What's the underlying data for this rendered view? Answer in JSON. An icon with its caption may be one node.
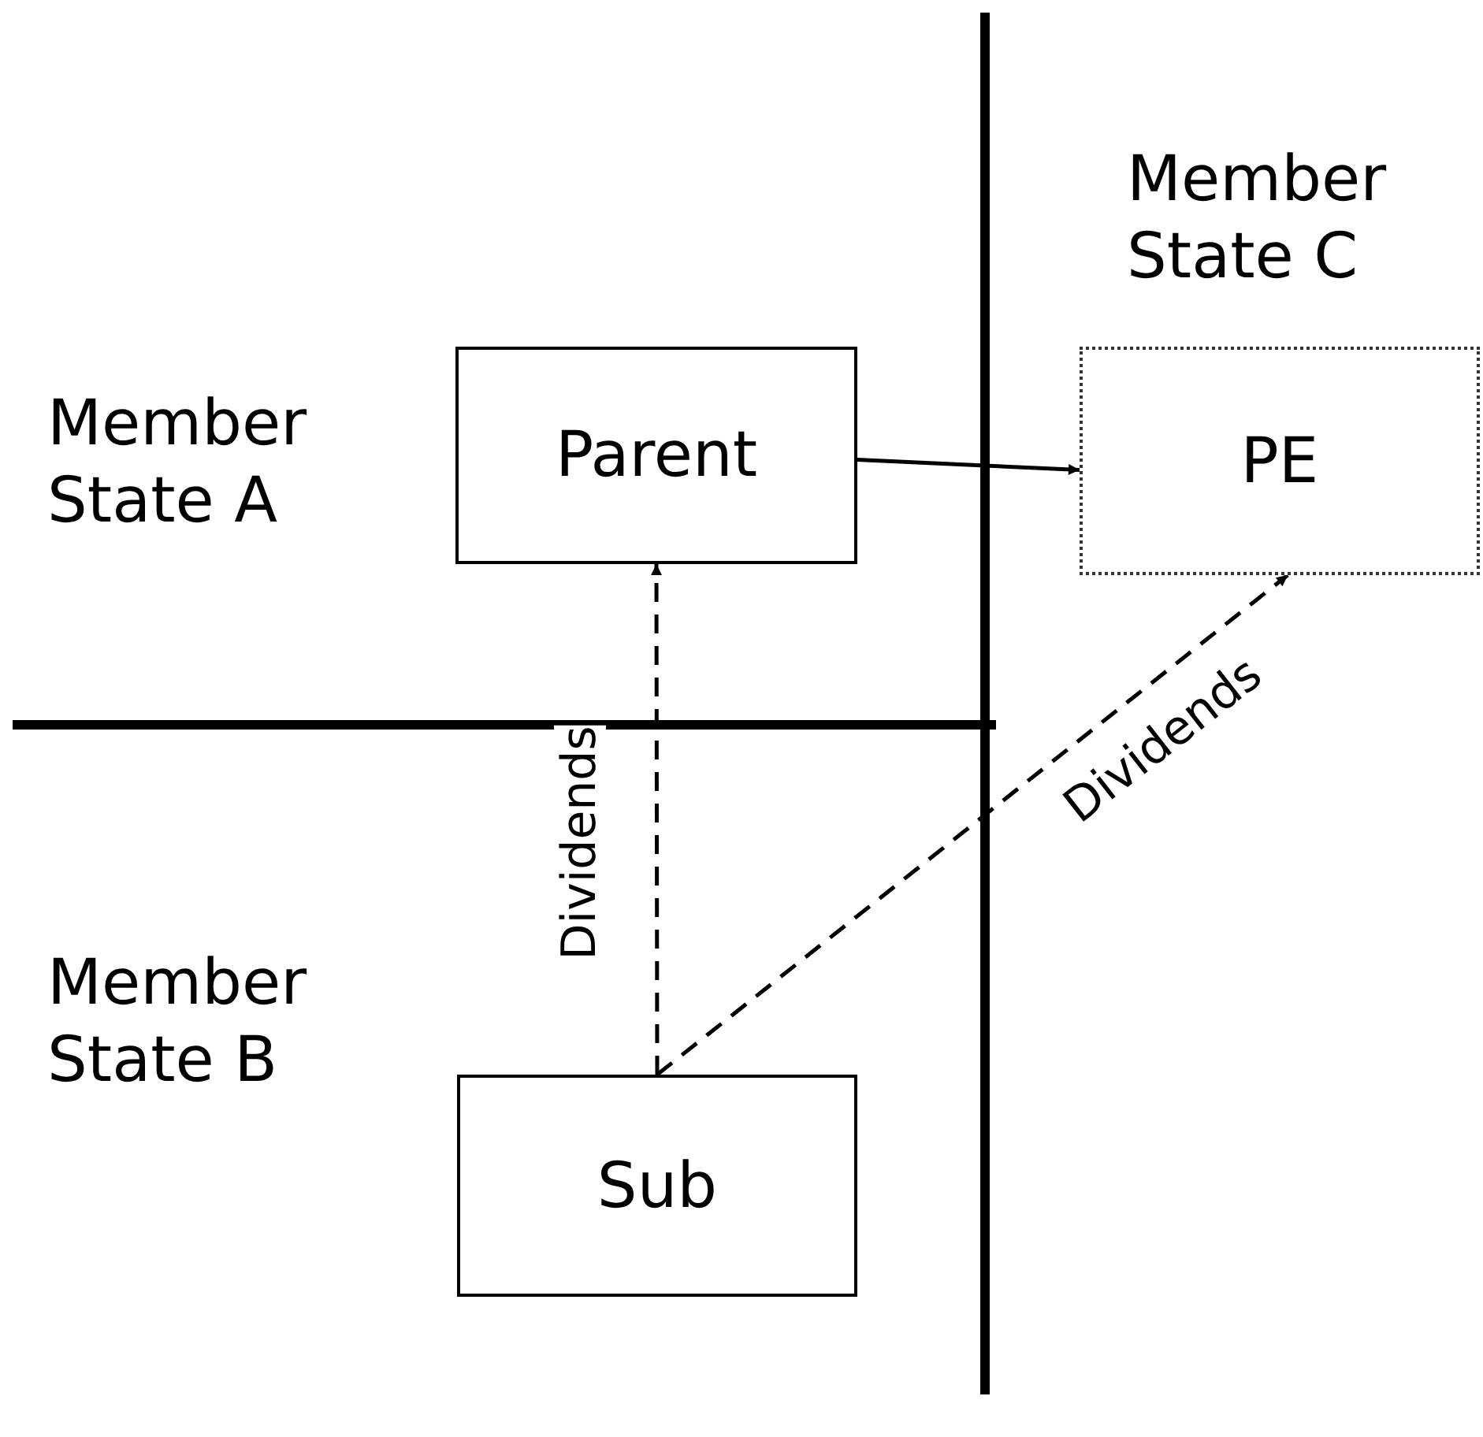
{
  "diagram": {
    "nodes": [
      {
        "text": [
          "Parent"
        ]
      },
      {
        "text": [
          "PE"
        ]
      },
      {
        "text": [
          "Sub"
        ]
      }
    ],
    "edges": [
      {
        "from": 0,
        "to": 1,
        "arrow": "to"
      },
      {
        "from": 2,
        "to": 0,
        "arrow": "to",
        "label": "Dividends",
        "style": "dashed"
      },
      {
        "from": 2,
        "to": 1,
        "arrow": "to",
        "label": "Dividends",
        "style": "dashed"
      }
    ],
    "labels": [
      "Member State C",
      "Member State A",
      "Member State B"
    ]
  }
}
